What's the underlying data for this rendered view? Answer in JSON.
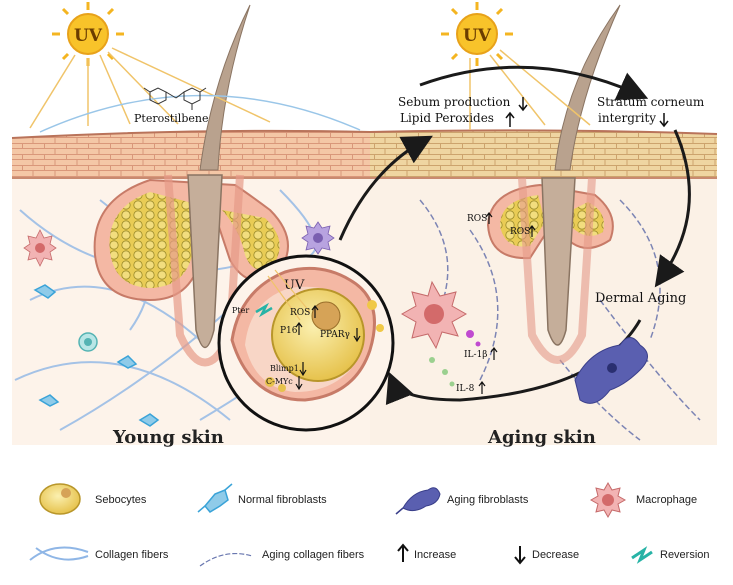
{
  "labels": {
    "uv_left": "UV",
    "uv_right": "UV",
    "uv_inset": "UV",
    "pterostilbene": "Pterostilbene",
    "sebum": "Sebum production",
    "lipid": "Lipid Peroxides",
    "stratum_line1": "Stratum corneum",
    "stratum_line2": "intergrity",
    "ros_left": "ROS",
    "ros_right": "ROS",
    "dermal_aging": "Dermal Aging",
    "il1b": "IL-1β",
    "il8": "IL-8",
    "young_skin": "Young skin",
    "aging_skin": "Aging skin",
    "inset_pter": "Pter",
    "inset_ros": "ROS",
    "inset_p16": "P16",
    "inset_ppar": "PPARγ",
    "inset_blimp": "Blimp1",
    "inset_cmyc": "C-MYc"
  },
  "legend": [
    {
      "icon": "sebocyte-icon",
      "label": "Sebocytes"
    },
    {
      "icon": "normal-fibroblast-icon",
      "label": "Normal fibroblasts"
    },
    {
      "icon": "aging-fibroblast-icon",
      "label": "Aging fibroblasts"
    },
    {
      "icon": "macrophage-icon",
      "label": "Macrophage"
    },
    {
      "icon": "collagen-fibers-icon",
      "label": "Collagen fibers"
    },
    {
      "icon": "aging-collagen-icon",
      "label": "Aging collagen fibers"
    },
    {
      "icon": "up-arrow-icon",
      "label": "Increase"
    },
    {
      "icon": "down-arrow-icon",
      "label": "Decrease"
    },
    {
      "icon": "reversion-icon",
      "label": "Reversion"
    }
  ],
  "colors": {
    "epidermis": "#f6cdb0",
    "dermis": "#fdf4ec",
    "sebocyte": "#e8c95a",
    "collagen": "#8fb6e6",
    "aging_fibroblast": "#5a5fb0",
    "macrophage": "#d98080",
    "reversion": "#27b3a6",
    "arrow": "#1a1a1a"
  }
}
